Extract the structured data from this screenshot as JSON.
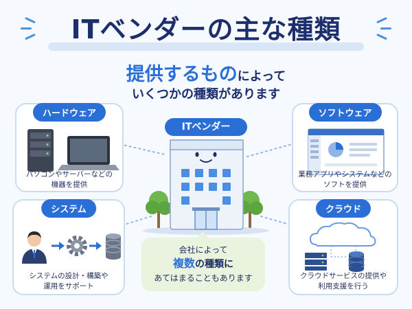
{
  "title": "ITベンダーの主な種類",
  "subtitle": {
    "line1_a": "提供するもの",
    "line1_b": "によって",
    "line2": "いくつかの種類があります"
  },
  "center": {
    "label": "ITベンダー"
  },
  "cards": {
    "hardware": {
      "label": "ハードウェア",
      "desc1": "パソコンやサーバーなどの",
      "desc2": "機器を提供"
    },
    "software": {
      "label": "ソフトウェア",
      "desc1": "業務アプリやシステムなどの",
      "desc2": "ソフトを提供"
    },
    "system": {
      "label": "システム",
      "desc1": "システムの設計・構築や",
      "desc2": "運用をサポート"
    },
    "cloud": {
      "label": "クラウド",
      "desc1": "クラウドサービスの提供や",
      "desc2": "利用支援を行う"
    }
  },
  "note": {
    "line1": "会社によって",
    "line2_hl": "複数",
    "line2_rest": "の種類に",
    "line3": "あてはまることもあります"
  },
  "colors": {
    "accent": "#2a6fd6",
    "navy": "#1c2e6b",
    "card_border": "#c9dcf4",
    "note_bg": "#e9f3de"
  },
  "icons": [
    "server-icon",
    "laptop-icon",
    "app-window-icon",
    "person-icon",
    "gear-icon",
    "database-icon",
    "cloud-icon",
    "building-icon",
    "tree-icon"
  ]
}
